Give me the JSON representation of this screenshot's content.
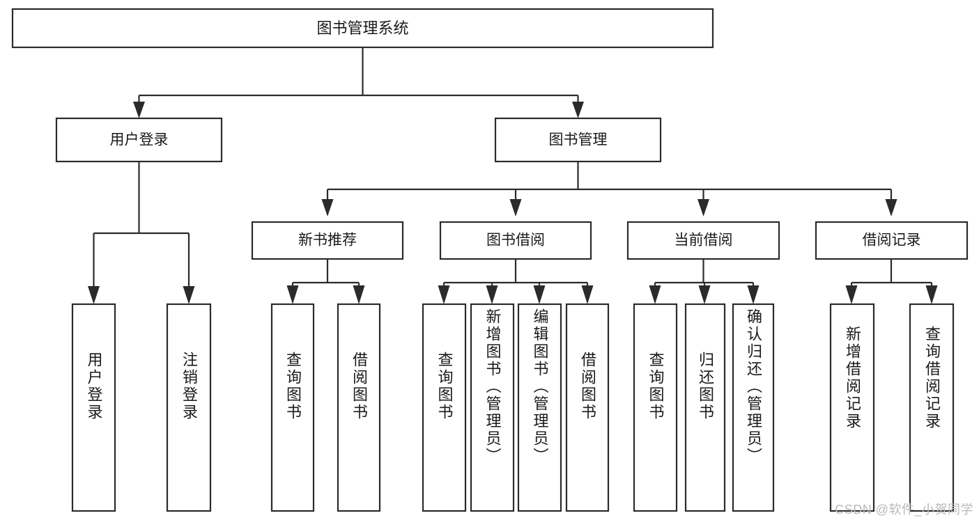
{
  "diagram": {
    "title": "图书管理系统",
    "type": "tree-hierarchy-diagram",
    "watermark": "CSDN @软件_小贺同学",
    "colors": {
      "box_stroke": "#2b2b2b",
      "box_fill": "#ffffff",
      "text": "#1a1a1a",
      "background": "#ffffff",
      "watermark": "#b9b9b9"
    },
    "root": {
      "label": "图书管理系统",
      "orientation": "horizontal"
    },
    "level2": [
      {
        "label": "用户登录",
        "orientation": "horizontal"
      },
      {
        "label": "图书管理",
        "orientation": "horizontal"
      }
    ],
    "level3": [
      {
        "label": "新书推荐",
        "orientation": "horizontal"
      },
      {
        "label": "图书借阅",
        "orientation": "horizontal"
      },
      {
        "label": "当前借阅",
        "orientation": "horizontal"
      },
      {
        "label": "借阅记录",
        "orientation": "horizontal"
      }
    ],
    "leaves": [
      {
        "label": "用户登录",
        "parent": "用户登录",
        "orientation": "vertical"
      },
      {
        "label": "注销登录",
        "parent": "用户登录",
        "orientation": "vertical"
      },
      {
        "label": "查询图书",
        "parent": "新书推荐",
        "orientation": "vertical"
      },
      {
        "label": "借阅图书",
        "parent": "新书推荐",
        "orientation": "vertical"
      },
      {
        "label": "查询图书",
        "parent": "图书借阅",
        "orientation": "vertical"
      },
      {
        "label": "新增图书（管理员）",
        "parent": "图书借阅",
        "orientation": "vertical"
      },
      {
        "label": "编辑图书（管理员）",
        "parent": "图书借阅",
        "orientation": "vertical"
      },
      {
        "label": "借阅图书",
        "parent": "图书借阅",
        "orientation": "vertical"
      },
      {
        "label": "查询图书",
        "parent": "当前借阅",
        "orientation": "vertical"
      },
      {
        "label": "归还图书",
        "parent": "当前借阅",
        "orientation": "vertical"
      },
      {
        "label": "确认归还（管理员）",
        "parent": "当前借阅",
        "orientation": "vertical"
      },
      {
        "label": "新增借阅记录",
        "parent": "借阅记录",
        "orientation": "vertical"
      },
      {
        "label": "查询借阅记录",
        "parent": "借阅记录",
        "orientation": "vertical"
      }
    ]
  }
}
